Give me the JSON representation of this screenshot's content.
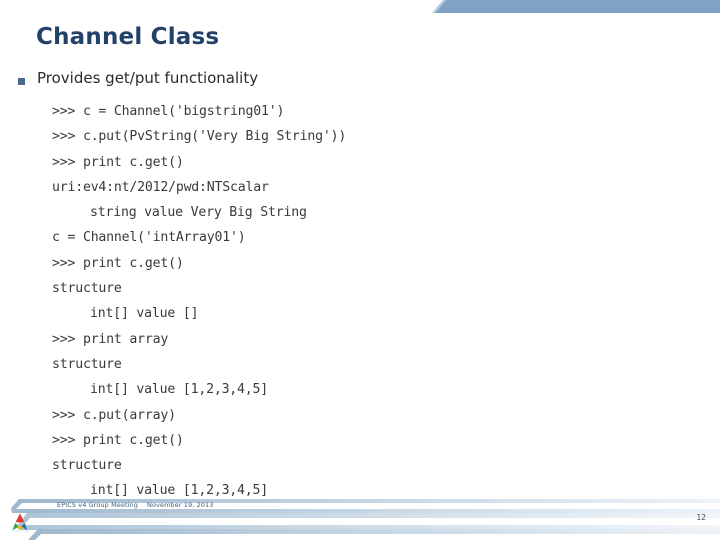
{
  "slide": {
    "title": "Channel Class",
    "bullet": {
      "marker": "square-bullet",
      "text": "Provides get/put functionality"
    },
    "code_lines": [
      {
        "text": ">>> c = Channel('bigstring01')",
        "indent": false
      },
      {
        "text": ">>> c.put(PvString('Very Big String'))",
        "indent": false
      },
      {
        "text": ">>> print c.get()",
        "indent": false
      },
      {
        "text": "uri:ev4:nt/2012/pwd:NTScalar",
        "indent": false
      },
      {
        "text": "string value Very Big String",
        "indent": true
      },
      {
        "text": "c = Channel('intArray01')",
        "indent": false
      },
      {
        "text": ">>> print c.get()",
        "indent": false
      },
      {
        "text": "structure",
        "indent": false
      },
      {
        "text": "int[] value []",
        "indent": true
      },
      {
        "text": ">>> print array",
        "indent": false
      },
      {
        "text": "structure",
        "indent": false
      },
      {
        "text": "int[] value [1,2,3,4,5]",
        "indent": true
      },
      {
        "text": ">>> c.put(array)",
        "indent": false
      },
      {
        "text": ">>> print c.get()",
        "indent": false
      },
      {
        "text": "structure",
        "indent": false
      },
      {
        "text": "int[] value [1,2,3,4,5]",
        "indent": true
      }
    ],
    "footer": {
      "event": "EPICS v4 Group Meeting",
      "date": "November 19, 2013",
      "page_number": "12",
      "logo_name": "epics-triangle-logo"
    },
    "colors": {
      "title": "#23426A",
      "topbar": "#7FA3C4",
      "bullet_marker": "#4A6A8C",
      "code_text": "#3A3A3A",
      "footer_text": "#3F5C78",
      "swoosh": "#B6CBDD"
    }
  }
}
